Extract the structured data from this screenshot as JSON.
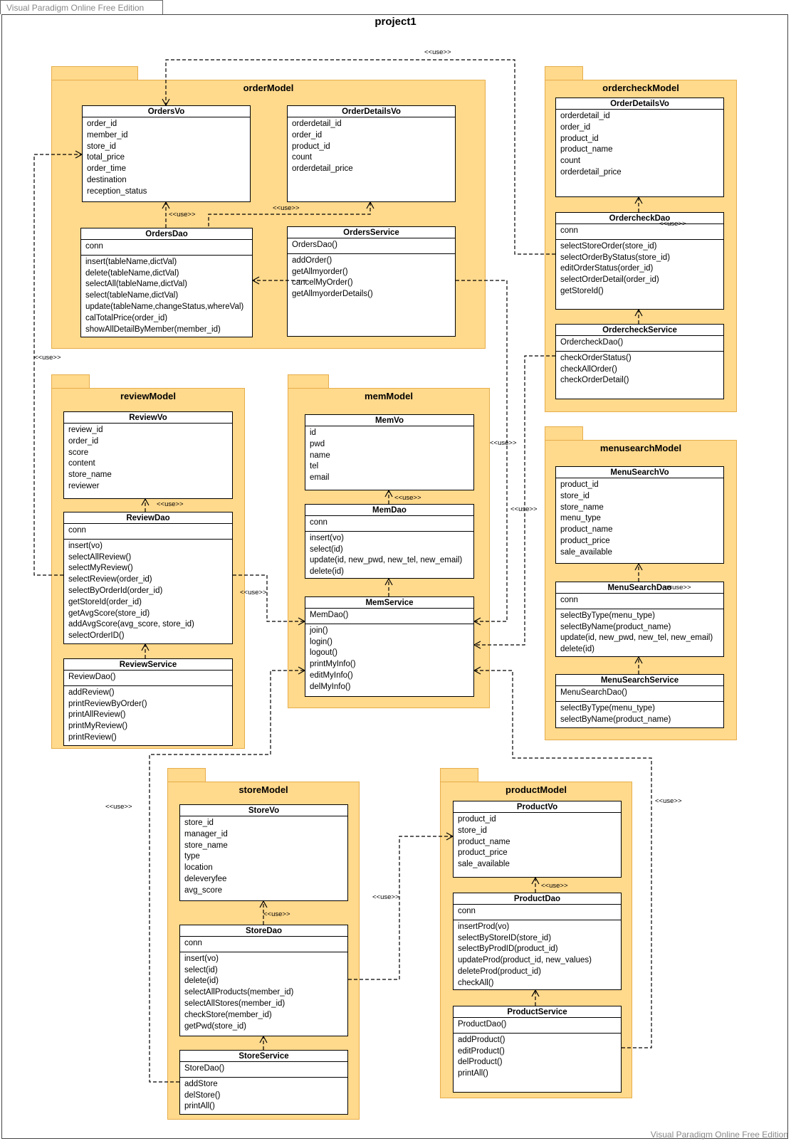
{
  "watermark_top": "Visual Paradigm Online Free Edition",
  "watermark_bottom": "Visual Paradigm Online Free Edition",
  "diagram_title": "project1",
  "use_label": "<<use>>",
  "packages": [
    {
      "id": "orderModel",
      "name": "orderModel",
      "classes": [
        {
          "id": "OrdersVo",
          "name": "OrdersVo",
          "sections": [
            [
              "order_id",
              "member_id",
              "store_id",
              "total_price",
              "order_time",
              "destination",
              "reception_status"
            ]
          ]
        },
        {
          "id": "OrderDetailsVo1",
          "name": "OrderDetailsVo",
          "sections": [
            [
              "orderdetail_id",
              "order_id",
              "product_id",
              "count",
              "orderdetail_price"
            ]
          ]
        },
        {
          "id": "OrdersDao",
          "name": "OrdersDao",
          "sections": [
            [
              "conn"
            ],
            [
              "insert(tableName,dictVal)",
              "delete(tableName,dictVal)",
              "selectAll(tableName,dictVal)",
              "select(tableName,dictVal)",
              "update(tableName,changeStatus,whereVal)",
              "calTotalPrice(order_id)",
              "showAllDetailByMember(member_id)"
            ]
          ]
        },
        {
          "id": "OrdersService",
          "name": "OrdersService",
          "sections": [
            [
              "OrdersDao()"
            ],
            [
              "addOrder()",
              "getAllmyorder()",
              "cancelMyOrder()",
              "getAllmyorderDetails()"
            ]
          ]
        }
      ]
    },
    {
      "id": "ordercheckModel",
      "name": "ordercheckModel",
      "classes": [
        {
          "id": "OrderDetailsVo2",
          "name": "OrderDetailsVo",
          "sections": [
            [
              "orderdetail_id",
              "order_id",
              "product_id",
              "product_name",
              "count",
              "orderdetail_price"
            ]
          ]
        },
        {
          "id": "OrdercheckDao",
          "name": "OrdercheckDao",
          "sections": [
            [
              "conn"
            ],
            [
              "selectStoreOrder(store_id)",
              "selectOrderByStatus(store_id)",
              "editOrderStatus(order_id)",
              "selectOrderDetail(order_id)",
              "getStoreId()"
            ]
          ]
        },
        {
          "id": "OrdercheckService",
          "name": "OrdercheckService",
          "sections": [
            [
              "OrdercheckDao()"
            ],
            [
              "checkOrderStatus()",
              "checkAllOrder()",
              "checkOrderDetail()"
            ]
          ]
        }
      ]
    },
    {
      "id": "reviewModel",
      "name": "reviewModel",
      "classes": [
        {
          "id": "ReviewVo",
          "name": "ReviewVo",
          "sections": [
            [
              "review_id",
              "order_id",
              "score",
              "content",
              "store_name",
              "reviewer"
            ]
          ]
        },
        {
          "id": "ReviewDao",
          "name": "ReviewDao",
          "sections": [
            [
              "conn"
            ],
            [
              "insert(vo)",
              "selectAllReview()",
              "selectMyReview()",
              "selectReview(order_id)",
              "selectByOrderId(order_id)",
              "getStoreId(order_id)",
              "getAvgScore(store_id)",
              "addAvgScore(avg_score, store_id)",
              "selectOrderID()"
            ]
          ]
        },
        {
          "id": "ReviewService",
          "name": "ReviewService",
          "sections": [
            [
              "ReviewDao()"
            ],
            [
              "addReview()",
              "printReviewByOrder()",
              "printAllReview()",
              "printMyReview()",
              "printReview()"
            ]
          ]
        }
      ]
    },
    {
      "id": "memModel",
      "name": "memModel",
      "classes": [
        {
          "id": "MemVo",
          "name": "MemVo",
          "sections": [
            [
              "id",
              "pwd",
              "name",
              "tel",
              "email"
            ]
          ]
        },
        {
          "id": "MemDao",
          "name": "MemDao",
          "sections": [
            [
              "conn"
            ],
            [
              "insert(vo)",
              "select(id)",
              "update(id, new_pwd, new_tel, new_email)",
              "delete(id)"
            ]
          ]
        },
        {
          "id": "MemService",
          "name": "MemService",
          "sections": [
            [
              "MemDao()"
            ],
            [
              "join()",
              "login()",
              "logout()",
              "printMyInfo()",
              "editMyInfo()",
              "delMyInfo()"
            ]
          ]
        }
      ]
    },
    {
      "id": "menusearchModel",
      "name": "menusearchModel",
      "classes": [
        {
          "id": "MenuSearchVo",
          "name": "MenuSearchVo",
          "sections": [
            [
              "product_id",
              "store_id",
              "store_name",
              "menu_type",
              "product_name",
              "product_price",
              "sale_available"
            ]
          ]
        },
        {
          "id": "MenuSearchDao",
          "name": "MenuSearchDao",
          "sections": [
            [
              "conn"
            ],
            [
              "selectByType(menu_type)",
              "selectByName(product_name)",
              "update(id, new_pwd, new_tel, new_email)",
              "delete(id)"
            ]
          ]
        },
        {
          "id": "MenuSearchService",
          "name": "MenuSearchService",
          "sections": [
            [
              "MenuSearchDao()"
            ],
            [
              "selectByType(menu_type)",
              "selectByName(product_name)"
            ]
          ]
        }
      ]
    },
    {
      "id": "storeModel",
      "name": "storeModel",
      "classes": [
        {
          "id": "StoreVo",
          "name": "StoreVo",
          "sections": [
            [
              "store_id",
              "manager_id",
              "store_name",
              "type",
              "location",
              "deleveryfee",
              "avg_score"
            ]
          ]
        },
        {
          "id": "StoreDao",
          "name": "StoreDao",
          "sections": [
            [
              "conn"
            ],
            [
              "insert(vo)",
              "select(id)",
              "delete(id)",
              "selectAllProducts(member_id)",
              "selectAllStores(member_id)",
              "checkStore(member_id)",
              "getPwd(store_id)"
            ]
          ]
        },
        {
          "id": "StoreService",
          "name": "StoreService",
          "sections": [
            [
              "StoreDao()"
            ],
            [
              "addStore",
              "delStore()",
              "printAll()"
            ]
          ]
        }
      ]
    },
    {
      "id": "productModel",
      "name": "productModel",
      "classes": [
        {
          "id": "ProductVo",
          "name": "ProductVo",
          "sections": [
            [
              "product_id",
              "store_id",
              "product_name",
              "product_price",
              "sale_available"
            ]
          ]
        },
        {
          "id": "ProductDao",
          "name": "ProductDao",
          "sections": [
            [
              "conn"
            ],
            [
              "insertProd(vo)",
              "selectByStoreID(store_id)",
              "selectByProdID(product_id)",
              "updateProd(product_id, new_values)",
              "deleteProd(product_id)",
              "checkAll()"
            ]
          ]
        },
        {
          "id": "ProductService",
          "name": "ProductService",
          "sections": [
            [
              "ProductDao()"
            ],
            [
              "addProduct()",
              "editProduct()",
              "delProduct()",
              "printAll()"
            ]
          ]
        }
      ]
    }
  ]
}
